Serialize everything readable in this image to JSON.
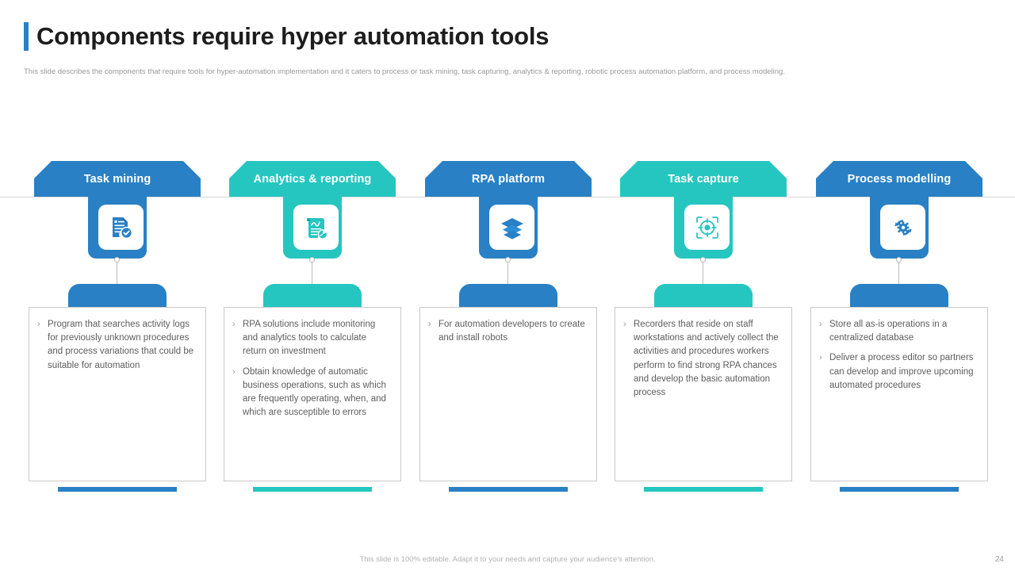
{
  "slide": {
    "title": "Components require hyper automation tools",
    "subtitle": "This slide describes the components that require tools for hyper-automation implementation  and it caters to process or task mining,  task capturing,  analytics & reporting,  robotic process automation platform, and process modeling.",
    "footer_note": "This slide is 100% editable. Adapt it to your needs and capture your audience's attention.",
    "page_number": "24",
    "title_accent_color": "#2980c4"
  },
  "palette": {
    "blue": "#2980c4",
    "teal": "#26c6c0",
    "card_border": "#c9c9c9",
    "body_text": "#5d5d5d",
    "chevron": "#9a9a9a"
  },
  "columns": [
    {
      "title": "Task mining",
      "color": "#2980c4",
      "icon": "document-check-icon",
      "bullet_marker": "›",
      "bullets": [
        "Program that searches activity logs for previously unknown procedures and process variations that could be suitable for automation"
      ]
    },
    {
      "title": "Analytics & reporting",
      "color": "#26c6c0",
      "icon": "report-chart-icon",
      "bullet_marker": "›",
      "bullets": [
        "RPA solutions include monitoring and analytics tools to calculate return on investment",
        "Obtain knowledge of automatic business operations, such as which are frequently operating, when, and which are susceptible to errors"
      ]
    },
    {
      "title": "RPA platform",
      "color": "#2980c4",
      "icon": "layers-stack-icon",
      "bullet_marker": "›",
      "bullets": [
        "For automation developers to create and install robots"
      ]
    },
    {
      "title": "Task capture",
      "color": "#26c6c0",
      "icon": "target-focus-icon",
      "bullet_marker": "›",
      "bullets": [
        "Recorders that reside on staff workstations and actively collect the activities and procedures workers perform to find strong RPA chances and develop the basic automation process"
      ]
    },
    {
      "title": "Process modelling",
      "color": "#2980c4",
      "icon": "gear-refresh-icon",
      "bullet_marker": "›",
      "bullets": [
        "Store all as-is operations in a centralized database",
        "Deliver a process editor so partners can develop and improve upcoming automated procedures"
      ]
    }
  ]
}
